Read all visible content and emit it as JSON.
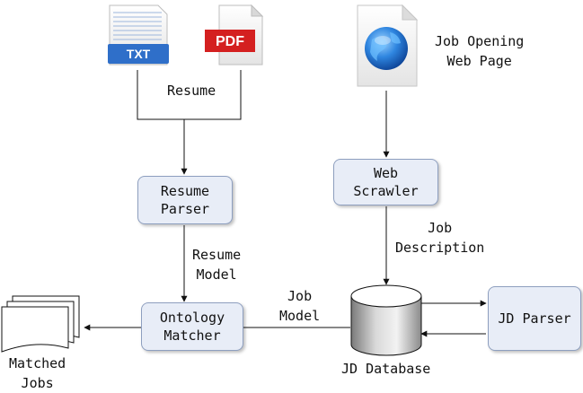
{
  "icons": {
    "txt_file": "txt-file-icon",
    "pdf_file": "pdf-file-icon",
    "web_page": "web-page-globe-icon",
    "database": "database-cylinder-icon",
    "documents": "document-stack-icon"
  },
  "txt_badge": "TXT",
  "pdf_badge": "PDF",
  "labels": {
    "resume": "Resume",
    "job_opening_line1": "Job Opening",
    "job_opening_line2": "Web Page",
    "job_description_line1": "Job",
    "job_description_line2": "Description",
    "resume_model_line1": "Resume",
    "resume_model_line2": "Model",
    "job_model_line1": "Job",
    "job_model_line2": "Model",
    "jd_database": "JD Database",
    "matched_jobs_line1": "Matched",
    "matched_jobs_line2": "Jobs"
  },
  "boxes": {
    "resume_parser_line1": "Resume",
    "resume_parser_line2": "Parser",
    "web_scrawler_line1": "Web",
    "web_scrawler_line2": "Scrawler",
    "ontology_matcher_line1": "Ontology",
    "ontology_matcher_line2": "Matcher",
    "jd_parser": "JD Parser"
  },
  "colors": {
    "box_fill": "#e8edf7",
    "box_border": "#8e9fbf",
    "pdf_red": "#d42020",
    "txt_blue": "#2f6fc9",
    "globe_blue": "#1f6fcf"
  }
}
